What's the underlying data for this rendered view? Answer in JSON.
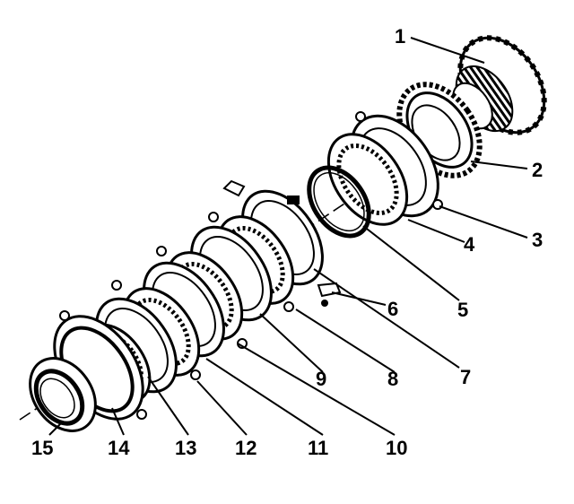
{
  "diagram": {
    "callouts": [
      {
        "id": 1,
        "label": "1"
      },
      {
        "id": 2,
        "label": "2"
      },
      {
        "id": 3,
        "label": "3"
      },
      {
        "id": 4,
        "label": "4"
      },
      {
        "id": 5,
        "label": "5"
      },
      {
        "id": 6,
        "label": "6"
      },
      {
        "id": 7,
        "label": "7"
      },
      {
        "id": 8,
        "label": "8"
      },
      {
        "id": 9,
        "label": "9"
      },
      {
        "id": 10,
        "label": "10"
      },
      {
        "id": 11,
        "label": "11"
      },
      {
        "id": 12,
        "label": "12"
      },
      {
        "id": 13,
        "label": "13"
      },
      {
        "id": 14,
        "label": "14"
      },
      {
        "id": 15,
        "label": "15"
      }
    ]
  }
}
